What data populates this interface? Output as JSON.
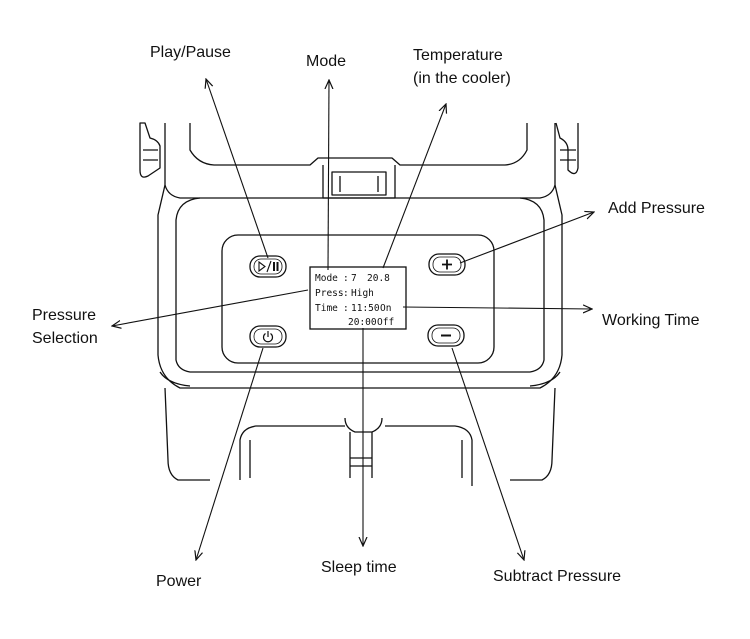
{
  "callouts": {
    "play_pause": "Play/Pause",
    "mode": "Mode",
    "temperature_line1": "Temperature",
    "temperature_line2": "(in the cooler)",
    "add_pressure": "Add Pressure",
    "pressure_selection_line1": "Pressure",
    "pressure_selection_line2": "Selection",
    "working_time": "Working Time",
    "power": "Power",
    "sleep_time": "Sleep time",
    "subtract_pressure": "Subtract Pressure"
  },
  "lcd": {
    "row1_label": "Mode",
    "row1_sep": ":",
    "row1_mode_value": "7",
    "row1_temp_value": "20.8",
    "row2_label": "Press",
    "row2_sep": ":",
    "row2_value": "High",
    "row3_label": "Time",
    "row3_sep": ":",
    "row3_time": "11:50",
    "row3_state": "On",
    "row4_time": "20:00",
    "row4_state": "Off"
  },
  "buttons": {
    "play_pause_glyph": "▷/⏸",
    "add_glyph": "+",
    "subtract_glyph": "−",
    "power_glyph": "⏻"
  },
  "icons": {
    "play_pause": "play-pause-icon",
    "add": "plus-icon",
    "subtract": "minus-icon",
    "power": "power-icon"
  },
  "colors": {
    "line": "#111111",
    "background": "#ffffff"
  }
}
